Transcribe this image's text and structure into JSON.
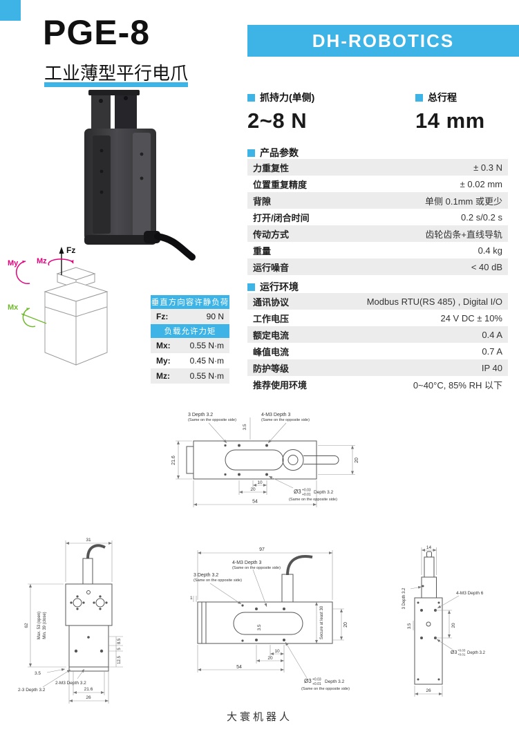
{
  "page": {
    "footer": "大寰机器人"
  },
  "header": {
    "model": "PGE-8",
    "subtitle": "工业薄型平行电爪",
    "brand": "DH-ROBOTICS"
  },
  "highlights": {
    "grip_label": "抓持力(单侧)",
    "grip_value": "2~8 N",
    "stroke_label": "总行程",
    "stroke_value": "14 mm"
  },
  "product_params": {
    "title": "产品参数",
    "rows": [
      {
        "label": "力重复性",
        "value": "± 0.3 N"
      },
      {
        "label": "位置重复精度",
        "value": "± 0.02 mm"
      },
      {
        "label": "背隙",
        "value": "单侧 0.1mm 或更少"
      },
      {
        "label": "打开/闭合时间",
        "value": "0.2 s/0.2 s"
      },
      {
        "label": "传动方式",
        "value": "齿轮齿条+直线导轨"
      },
      {
        "label": "重量",
        "value": "0.4 kg"
      },
      {
        "label": "运行噪音",
        "value": "< 40 dB"
      }
    ]
  },
  "environment": {
    "title": "运行环境",
    "rows": [
      {
        "label": "通讯协议",
        "value": "Modbus RTU(RS 485) , Digital I/O"
      },
      {
        "label": "工作电压",
        "value": "24 V DC ± 10%"
      },
      {
        "label": "额定电流",
        "value": "0.4 A"
      },
      {
        "label": "峰值电流",
        "value": "0.7 A"
      },
      {
        "label": "防护等级",
        "value": "IP 40"
      },
      {
        "label": "推荐使用环境",
        "value": "0~40°C, 85% RH 以下"
      }
    ]
  },
  "load": {
    "static_title": "垂直方向容许静负荷",
    "fz_label": "Fz:",
    "fz_value": "90 N",
    "torque_title": "负载允许力矩",
    "mx_label": "Mx:",
    "mx_value": "0.55 N·m",
    "my_label": "My:",
    "my_value": "0.45 N·m",
    "mz_label": "Mz:",
    "mz_value": "0.55 N·m"
  },
  "axes": {
    "fz": "Fz",
    "mz": "Mz",
    "my": "My",
    "mx": "Mx"
  },
  "drawing_top": {
    "leader_hole3": "3 Depth 3.2",
    "leader_hole3_note": "(Same on the opposite side)",
    "dim_35": "3.5",
    "leader_m3": "4-M3 Depth 3",
    "leader_m3_note": "(Same on the opposite side)",
    "dim_216": "21.6",
    "dim_20_side": "20",
    "dim_10": "10",
    "dim_20_bottom": "20",
    "dim_54": "54",
    "hole_dia": "Ø3",
    "hole_tol_up": "+0.03",
    "hole_tol_low": "+0.01",
    "hole_depth": "Depth 3.2",
    "hole_note": "(Same on the opposite side)"
  },
  "drawing_front": {
    "dim_31": "31",
    "dim_62": "62",
    "open_label": "Max. 53 (open)",
    "close_label": "Min. 39 (close)",
    "dim_85": "8.5",
    "dim_5": "5",
    "dim_125": "12.5",
    "dim_35": "3.5",
    "leader_2m3": "2-M3 Depth 3.2",
    "leader_23": "2-3 Depth 3.2",
    "dim_216": "21.6",
    "dim_26": "26"
  },
  "drawing_side": {
    "dim_97": "97",
    "leader_m3": "4-M3 Depth 3",
    "leader_m3_note": "(Same on the opposite side)",
    "leader_hole3": "3 Depth 3.2",
    "leader_hole3_note": "(Same on the opposite side)",
    "dim_1": "1",
    "dim_35": "3.5",
    "secure_label": "Secure at least 30",
    "dim_20_side": "20",
    "dim_10": "10",
    "dim_20_bottom": "20",
    "dim_54": "54",
    "hole_dia": "Ø3",
    "hole_tol_up": "+0.03",
    "hole_tol_low": "+0.01",
    "hole_depth": "Depth 3.2",
    "hole_note": "(Same on the opposite side)"
  },
  "drawing_right": {
    "dim_14": "14",
    "leader_hole3": "3 Depth 3.2",
    "leader_m3": "4-M3 Depth 6",
    "dim_35": "3.5",
    "dim_20": "20",
    "hole_dia": "Ø3",
    "hole_tol_up": "+0.03",
    "hole_tol_low": "+0.01",
    "hole_depth": "Depth 3.2",
    "dim_26": "26"
  },
  "colors": {
    "accent": "#3eb4e6",
    "magenta": "#e6007e",
    "green": "#6fb92c"
  }
}
